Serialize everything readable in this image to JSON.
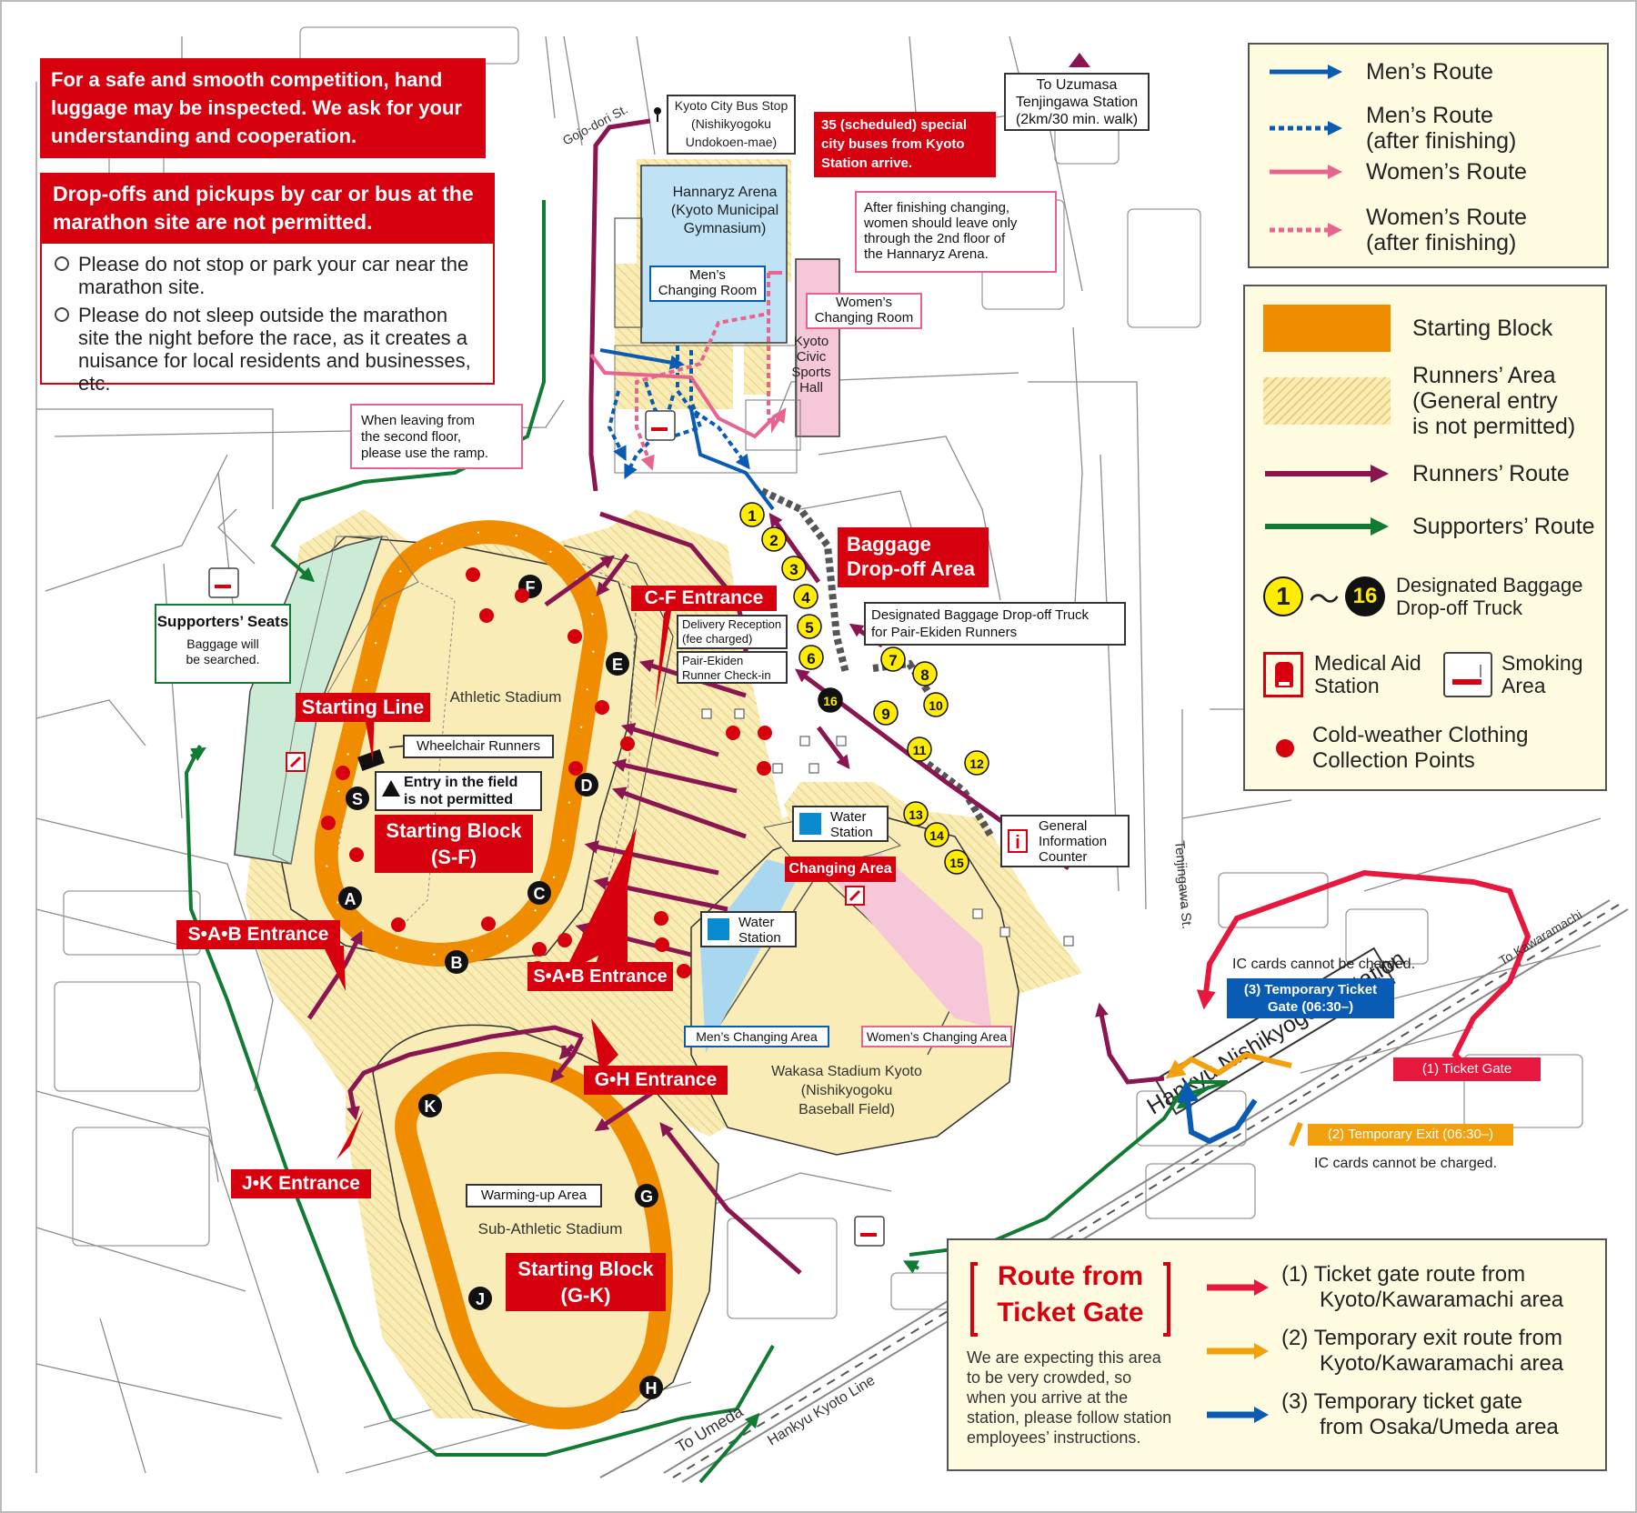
{
  "colors": {
    "mens": "#0a5bb4",
    "womens": "#e9638f",
    "runners": "#8a1550",
    "supporters": "#117a33",
    "red": "#d7000f",
    "orange": "#f08c00",
    "runnersArea": "#f7e7a8",
    "legendBg": "#fffbe0",
    "ticketRed": "#e6183d",
    "ticketOrange": "#f2a10c",
    "ticketBlue": "#0a5bb4"
  },
  "notices": {
    "inspection": "For a safe and smooth competition, hand luggage may be inspected. We ask for your understanding and cooperation.",
    "dropoff_title": "Drop-offs and pickups by car or bus at the marathon site are not permitted.",
    "dropoff_items": [
      "Please do not stop or park your car near the marathon site.",
      "Please do not sleep outside the marathon site the night before the race, as it creates a nuisance for local residents and businesses, etc."
    ]
  },
  "legend": {
    "mens_route": "Men’s Route",
    "mens_route_after_1": "Men’s Route",
    "mens_route_after_2": "(after finishing)",
    "womens_route": "Women’s Route",
    "womens_route_after_1": "Women’s Route",
    "womens_route_after_2": "(after finishing)",
    "starting_block": "Starting Block",
    "runners_area_1": "Runners’ Area",
    "runners_area_2": "(General entry",
    "runners_area_3": "is not permitted)",
    "runners_route": "Runners’ Route",
    "supporters_route": "Supporters’ Route",
    "truck_from": "1",
    "truck_to": "16",
    "tilde": "〜",
    "truck_label_1": "Designated Baggage",
    "truck_label_2": "Drop-off Truck",
    "medical_1": "Medical Aid",
    "medical_2": "Station",
    "smoking_1": "Smoking",
    "smoking_2": "Area",
    "coldweather_1": "Cold-weather Clothing",
    "coldweather_2": "Collection Points"
  },
  "ticket_route": {
    "title_1": "Route from",
    "title_2": "Ticket Gate",
    "note": [
      "We are expecting this area",
      "to be very crowded, so",
      "when you arrive at the",
      "station, please follow station",
      "employees’ instructions."
    ],
    "r1_1": "(1) Ticket gate route from",
    "r1_2": "Kyoto/Kawaramachi area",
    "r2_1": "(2) Temporary exit route from",
    "r2_2": "Kyoto/Kawaramachi area",
    "r3_1": "(3) Temporary ticket gate",
    "r3_2": "from Osaka/Umeda area"
  },
  "map": {
    "bus_stop": [
      "Kyoto City Bus Stop",
      "(Nishikyogoku",
      "Undokoen-mae)"
    ],
    "special_buses": [
      "35 (scheduled) special",
      "city buses from Kyoto",
      "Station arrive."
    ],
    "uzumasa": [
      "To Uzumasa",
      "Tenjingawa Station",
      "(2km/30 min. walk)"
    ],
    "gojo": "Gojo-dori St.",
    "arena": [
      "Hannaryz Arena",
      "(Kyoto Municipal",
      "Gymnasium)"
    ],
    "mens_changing": [
      "Men’s",
      "Changing Room"
    ],
    "womens_changing": [
      "Women’s",
      "Changing Room"
    ],
    "civic_hall": [
      "Kyoto",
      "Civic",
      "Sports",
      "Hall"
    ],
    "after_finish_note": [
      "After finishing changing,",
      "women should leave only",
      "through the 2nd floor of",
      "the Hannaryz Arena."
    ],
    "ramp_note": [
      "When leaving from",
      "the second floor,",
      "please use the ramp."
    ],
    "baggage_area": [
      "Baggage",
      "Drop-off Area"
    ],
    "pair_truck": [
      "Designated Baggage Drop-off Truck",
      "for Pair-Ekiden Runners"
    ],
    "cf_entrance": "C-F Entrance",
    "delivery": [
      "Delivery Reception",
      "(fee charged)"
    ],
    "pair_checkin": [
      "Pair-Ekiden",
      "Runner Check-in"
    ],
    "supporters_seats": "Supporters’ Seats",
    "baggage_searched": [
      "Baggage will",
      "be searched."
    ],
    "starting_line": "Starting Line",
    "wheelchair": "Wheelchair Runners",
    "entry_field": [
      "Entry in the field",
      "is not permitted"
    ],
    "athletic_stadium": "Athletic Stadium",
    "sblock_sf": [
      "Starting Block",
      "(S-F)"
    ],
    "sab_entrance_left": "S•A•B Entrance",
    "sab_entrance_mid": "S•A•B Entrance",
    "water1": [
      "Water",
      "Station"
    ],
    "water2": [
      "Water",
      "Station"
    ],
    "changing_area": "Changing Area",
    "mens_changing_area": "Men’s Changing Area",
    "womens_changing_area": "Women’s Changing Area",
    "wakasa": [
      "Wakasa Stadium Kyoto",
      "(Nishikyogoku",
      "Baseball Field)"
    ],
    "info_counter": [
      "General",
      "Information",
      "Counter"
    ],
    "gh_entrance": "G•H Entrance",
    "jk_entrance": "J•K Entrance",
    "warming_up": "Warming-up Area",
    "sub_stadium": "Sub-Athletic Stadium",
    "sblock_gk": [
      "Starting Block",
      "(G-K)"
    ],
    "tenjingawa": "Tenjingawa St.",
    "ic_top": "IC cards cannot be charged.",
    "temp_gate": [
      "(3) Temporary Ticket",
      "Gate (06:30–)"
    ],
    "to_kawaramachi": "To Kawaramachi",
    "station": "Hankyu Nishikyogoku Station",
    "ticket_gate": "(1) Ticket Gate",
    "temp_exit": "(2) Temporary Exit (06:30–)",
    "ic_bottom": "IC cards cannot be charged.",
    "to_umeda": "To Umeda",
    "kyoto_line": "Hankyu Kyoto Line",
    "track_letters_main": [
      "F",
      "E",
      "D",
      "C",
      "B",
      "A",
      "S"
    ],
    "track_letters_sub": [
      "K",
      "G",
      "J",
      "H"
    ],
    "trucks": [
      "1",
      "2",
      "3",
      "4",
      "5",
      "6",
      "7",
      "8",
      "9",
      "10",
      "11",
      "12",
      "13",
      "14",
      "15",
      "16"
    ]
  }
}
